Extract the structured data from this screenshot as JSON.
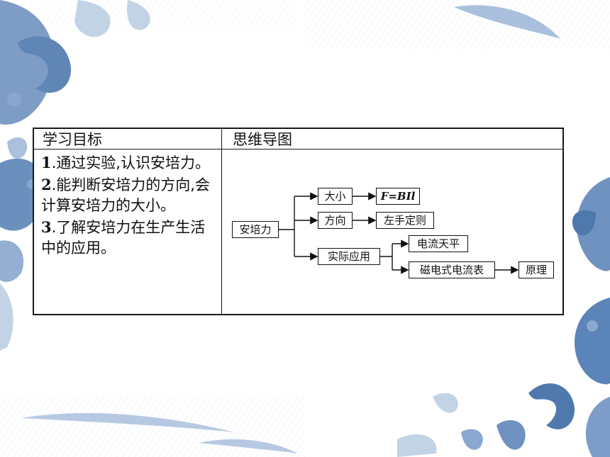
{
  "table": {
    "header_left": "学习目标",
    "header_right": "思维导图",
    "goals": [
      {
        "num": "1",
        "text": ".通过实验,认识安培力。"
      },
      {
        "num": "2",
        "text": ".能判断安培力的方向,会计算安培力的大小。"
      },
      {
        "num": "3",
        "text": ".了解安培力在生产生活中的应用。"
      }
    ]
  },
  "mindmap": {
    "root": "安培力",
    "magnitude": "大小",
    "formula": "F=BIl",
    "direction": "方向",
    "left_hand_rule": "左手定则",
    "applications": "实际应用",
    "balance": "电流天平",
    "meter": "磁电式电流表",
    "principle": "原理"
  },
  "colors": {
    "decor_blue": "#5b84b8",
    "decor_light": "#c3d3e6",
    "border": "#1a1a1a"
  }
}
